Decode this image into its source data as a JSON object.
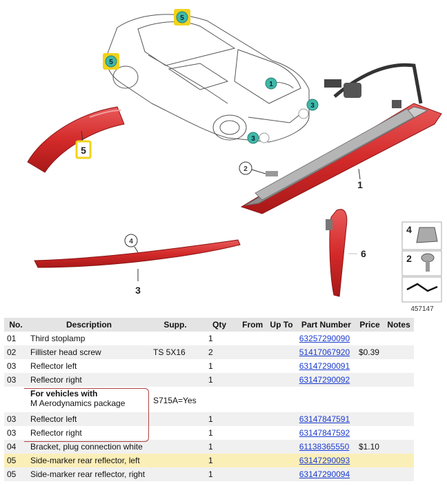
{
  "diagram": {
    "image_number": "457147",
    "callouts": [
      "1",
      "2",
      "3",
      "4",
      "5",
      "6"
    ],
    "badges": [
      "5",
      "5",
      "1",
      "3",
      "3"
    ],
    "legend_numbers": [
      "4",
      "2"
    ],
    "colors": {
      "reflector_red": "#d42a2a",
      "badge_teal": "#3fb8a8",
      "badge_highlight": "#f1d21c"
    }
  },
  "table": {
    "headers": [
      "No.",
      "Description",
      "Supp.",
      "Qty",
      "From",
      "Up To",
      "Part Number",
      "Price",
      "Notes"
    ],
    "rows": [
      {
        "no": "01",
        "desc": "Third stoplamp",
        "supp": "",
        "qty": "1",
        "part": "63257290090",
        "price": ""
      },
      {
        "no": "02",
        "desc": "Fillister head screw",
        "supp": "TS 5X16",
        "qty": "2",
        "part": "51417067920",
        "price": "$0.39"
      },
      {
        "no": "03",
        "desc": "Reflector left",
        "supp": "",
        "qty": "1",
        "part": "63147290091",
        "price": ""
      },
      {
        "no": "03",
        "desc": "Reflector right",
        "supp": "",
        "qty": "1",
        "part": "63147290092",
        "price": ""
      }
    ],
    "note": {
      "line1": "For vehicles with",
      "line2": "M Aerodynamics package",
      "supp": "S715A=Yes"
    },
    "rows2": [
      {
        "no": "03",
        "desc": "Reflector left",
        "supp": "",
        "qty": "1",
        "part": "63147847591",
        "price": ""
      },
      {
        "no": "03",
        "desc": "Reflector right",
        "supp": "",
        "qty": "1",
        "part": "63147847592",
        "price": ""
      },
      {
        "no": "04",
        "desc": "Bracket, plug connection white",
        "supp": "",
        "qty": "1",
        "part": "61138365550",
        "price": "$1.10"
      },
      {
        "no": "05",
        "desc": "Side-marker rear reflector, left",
        "supp": "",
        "qty": "1",
        "part": "63147290093",
        "price": ""
      },
      {
        "no": "05",
        "desc": "Side-marker rear reflector, right",
        "supp": "",
        "qty": "1",
        "part": "63147290094",
        "price": ""
      }
    ]
  }
}
